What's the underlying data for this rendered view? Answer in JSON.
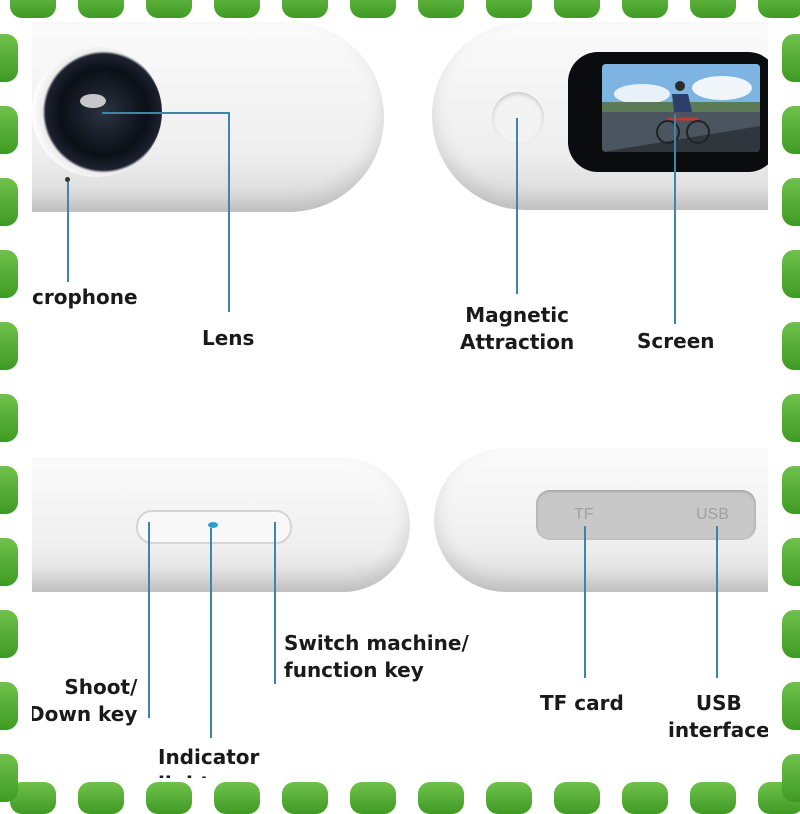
{
  "labels": {
    "microphone": "crophone",
    "lens": "Lens",
    "magnetic": "Magnetic\nAttraction",
    "screen": "Screen",
    "shoot_down": "Shoot/\nDown key",
    "indicator": "Indicator\nlight",
    "switch_key": "Switch machine/\nfunction key",
    "tf_card": "TF card",
    "usb": "USB\ninterface"
  },
  "port_labels": {
    "tf": "TF",
    "usb": "USB"
  },
  "colors": {
    "frame_green": "#4aa92c",
    "callout_line": "#3c86a8",
    "label_text": "#1a1a1a"
  },
  "icons": {
    "frame": "green-tile-border",
    "screen_image": "cyclist-on-road"
  }
}
